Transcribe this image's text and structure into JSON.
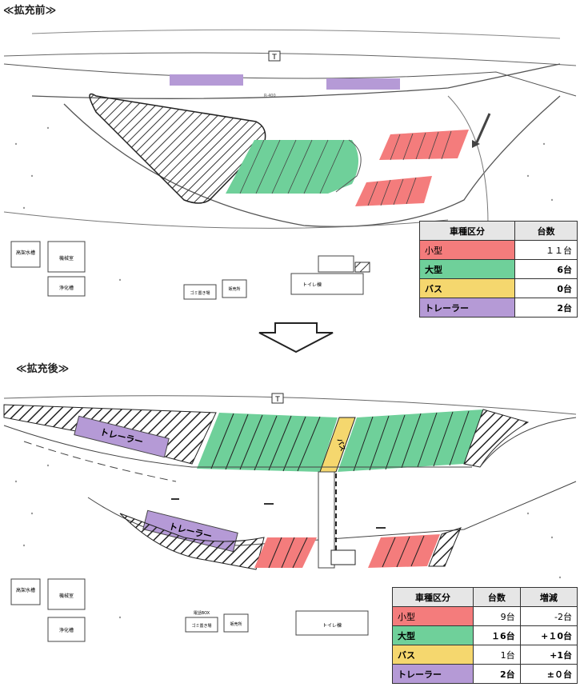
{
  "before": {
    "heading": "≪拡充前≫",
    "table": {
      "headers": [
        "車種区分",
        "台数"
      ],
      "rows": [
        {
          "type": "小型",
          "count": "１１台",
          "color": "#f47c7c"
        },
        {
          "type": "大型",
          "count": "6台",
          "color": "#6fd09a"
        },
        {
          "type": "バス",
          "count": "0台",
          "color": "#f5d76e"
        },
        {
          "type": "トレーラー",
          "count": "2台",
          "color": "#b59ad6"
        }
      ]
    },
    "map": {
      "road_label": "R-400",
      "trailer_color": "#b59ad6",
      "small_color": "#f47c7c",
      "large_color": "#6fd09a"
    }
  },
  "after": {
    "heading": "≪拡充後≫",
    "table": {
      "headers": [
        "車種区分",
        "台数",
        "増減"
      ],
      "rows": [
        {
          "type": "小型",
          "count": "9台",
          "change": "-2台",
          "color": "#f47c7c"
        },
        {
          "type": "大型",
          "count": "１6台",
          "change": "+１0台",
          "color": "#6fd09a"
        },
        {
          "type": "バス",
          "count": "1台",
          "change": "+1台",
          "color": "#f5d76e"
        },
        {
          "type": "トレーラー",
          "count": "2台",
          "change": "±０台",
          "color": "#b59ad6"
        }
      ]
    },
    "map": {
      "trailer_label": "トレーラー",
      "bus_label": "バス"
    }
  },
  "map_labels": {
    "t_mark": "T",
    "machine_room": "機械室",
    "water_tank": "高架水槽",
    "septic": "浄化槽",
    "garbage": "ゴミ置き場",
    "electric": "電話BOX",
    "shop": "販売所",
    "toilet": "トイレ棟"
  },
  "icons": {
    "transition_arrow": "down-arrow-icon",
    "north": "t-mark-icon"
  }
}
